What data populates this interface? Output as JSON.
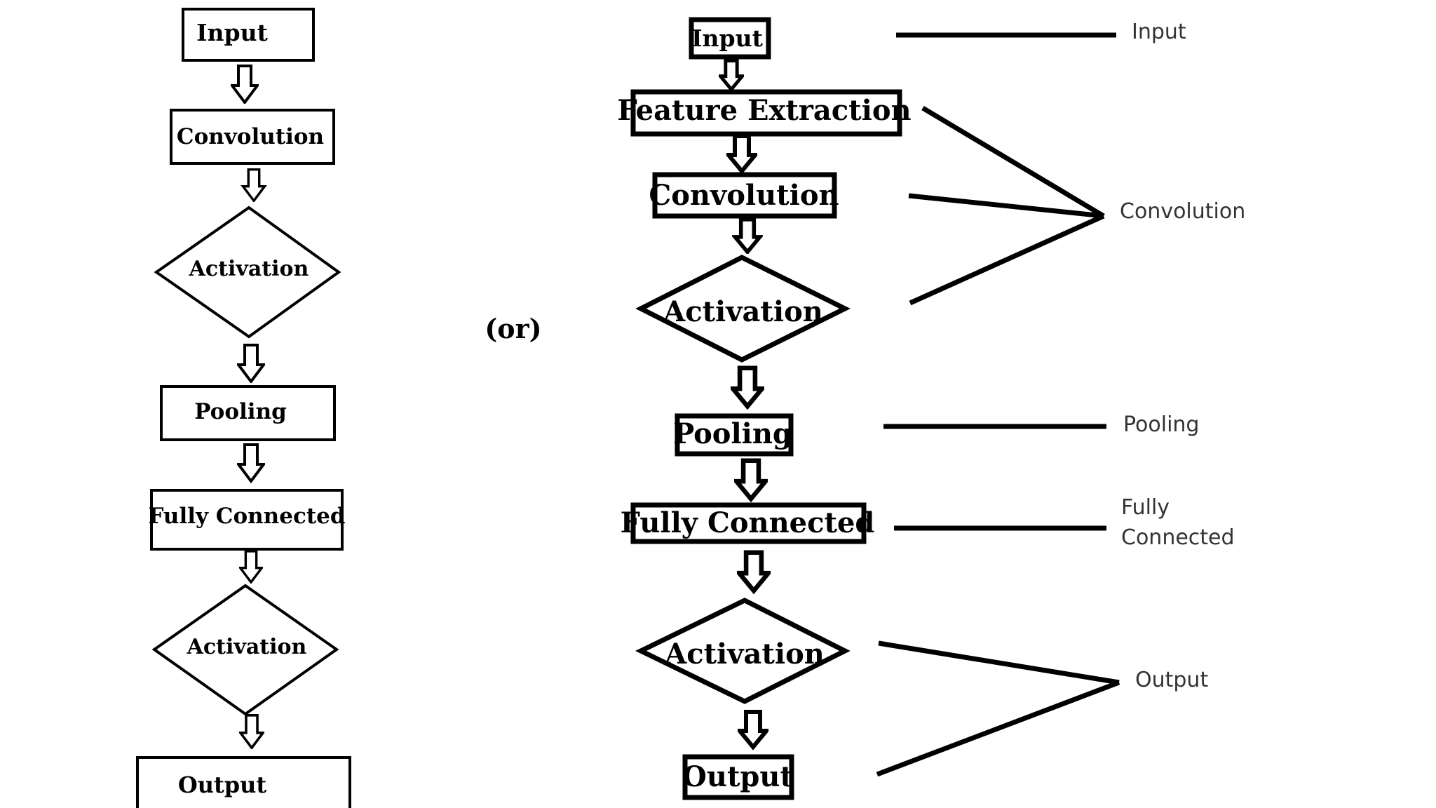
{
  "colors": {
    "stroke": "#000000",
    "background": "#ffffff",
    "label_text": "#333333"
  },
  "left_flow": {
    "input": "Input",
    "convolution": "Convolution",
    "activation_1": "Activation",
    "pooling": "Pooling",
    "fully_connected": "Fully Connected",
    "activation_2": "Activation",
    "output": "Output"
  },
  "separator": "(or)",
  "right_flow": {
    "input": "Input",
    "feature_extraction": "Feature Extraction",
    "convolution": "Convolution",
    "activation_1": "Activation",
    "pooling": "Pooling",
    "fully_connected": "Fully Connected",
    "activation_2": "Activation",
    "output": "Output"
  },
  "stage_labels": {
    "input": "Input",
    "convolution": "Convolution",
    "pooling": "Pooling",
    "fully_connected_line1": "Fully",
    "fully_connected_line2": "Connected",
    "output": "Output"
  }
}
